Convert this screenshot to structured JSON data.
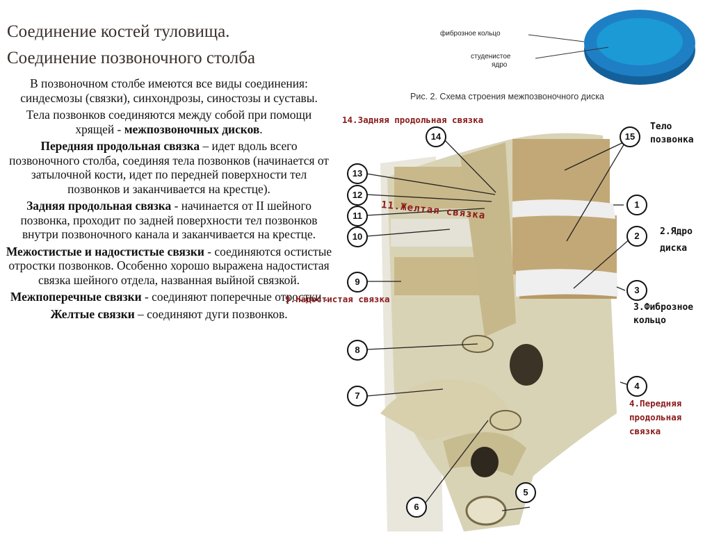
{
  "title_line1": "Соединение костей туловища.",
  "title_line2": "Соединение позвоночного столба",
  "paragraphs": [
    {
      "pre": "В позвоночном столбе имеются все виды соединения: синдесмозы (связки), синхондрозы, синостозы и суставы.",
      "bold": "",
      "post": ""
    },
    {
      "pre": "Тела позвонков соединяются между собой при помощи хрящей - ",
      "bold": "межпозвоночных дисков",
      "post": "."
    },
    {
      "pre": "",
      "bold": "Передняя продольная связка",
      "post": " – идет вдоль всего позвоночного столба, соединяя тела позвонков (начинается от затылочной кости, идет по передней поверхности тел позвонков и заканчивается на крестце)."
    },
    {
      "pre": "",
      "bold": "Задняя продольная связка",
      "post": " - начинается от II шейного позвонка, проходит по задней поверхности тел позвонков внутри позвоночного канала и заканчивается на крестце."
    },
    {
      "pre": "",
      "bold": "Межостистые и надостистые связки",
      "post": " - соединяются остистые отростки позвонков. Особенно хорошо выражена надостистая связка шейного отдела, названная выйной связкой."
    },
    {
      "pre": "",
      "bold": "Межпоперечные связки",
      "post": " - соединяют поперечные отростки ."
    },
    {
      "pre": "",
      "bold": "Желтые связки",
      "post": " – соединяют дуги позвонков."
    }
  ],
  "disc_figure": {
    "label_ring": "фиброзное кольцо",
    "label_nucleus_1": "студенистое",
    "label_nucleus_2": "ядро",
    "caption": "Рис. 2. Схема строения межпозвоночного диска",
    "disc_color": "#1f7fc4",
    "disc_inner_color": "#1b9ad6"
  },
  "spine_figure": {
    "label_14": "14.Задняя продольная связка",
    "label_11": "11.Желтая связка",
    "label_9": "9.Надостистая связка",
    "label_15_line1": "Тело",
    "label_15_line2": "позвонка",
    "label_2_line1": "2.Ядро",
    "label_2_line2": "диска",
    "label_3_line1": "3.Фиброзное",
    "label_3_line2": "кольцо",
    "label_4_line1": "4.Передняя",
    "label_4_line2": "продольная",
    "label_4_line3": "связка",
    "numbers": [
      "1",
      "2",
      "3",
      "4",
      "5",
      "6",
      "7",
      "8",
      "9",
      "10",
      "11",
      "12",
      "13",
      "14",
      "15"
    ]
  }
}
